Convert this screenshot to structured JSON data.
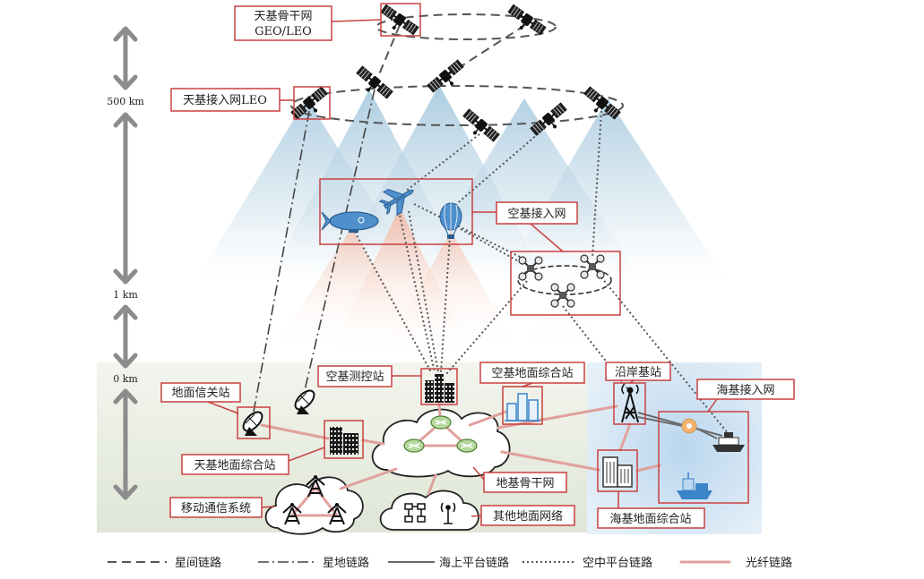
{
  "labels": {
    "space_backbone_line1": "天基骨干网",
    "space_backbone_line2": "GEO/LEO",
    "space_access": "天基接入网LEO",
    "air_access": "空基接入网",
    "air_control_station": "空基测控站",
    "air_ground_station": "空基地面综合站",
    "coastal_base_station": "沿岸基站",
    "sea_access": "海基接入网",
    "ground_gateway": "地面信关站",
    "space_ground_station": "天基地面综合站",
    "mobile_comm": "移动通信系统",
    "ground_backbone": "地基骨干网",
    "other_ground_network": "其他地面网络",
    "sea_ground_station": "海基地面综合站"
  },
  "altitude": [
    "500 km",
    "1 km",
    "0 km"
  ],
  "legend": [
    {
      "label": "星间链路",
      "color": "#555555"
    },
    {
      "label": "星地链路",
      "color": "#444444"
    },
    {
      "label": "海上平台链路",
      "color": "#6a6a6a"
    },
    {
      "label": "空中平台链路",
      "color": "#555555"
    },
    {
      "label": "光纤链路",
      "color": "#e0a09c"
    }
  ],
  "colors": {
    "label_border": "#c94040",
    "fiber_link": "#e0a09c",
    "mountain": "#9fc5dc",
    "air_cone": "#f2b8a3",
    "sea_area": "#b9d6ee"
  }
}
